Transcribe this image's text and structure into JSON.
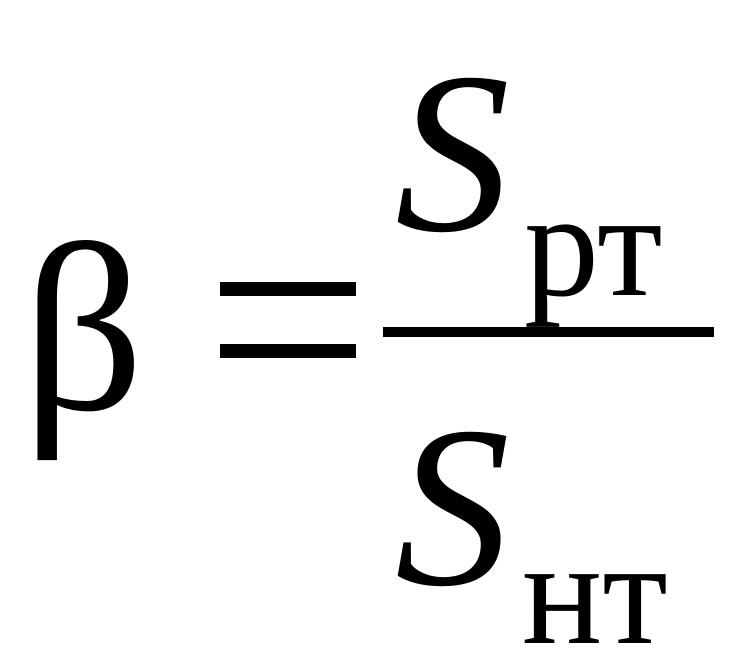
{
  "formula": {
    "lhs": "β",
    "operator": "=",
    "numerator": {
      "symbol": "S",
      "subscript": "рт"
    },
    "denominator": {
      "symbol": "S",
      "subscript": "нт"
    }
  }
}
